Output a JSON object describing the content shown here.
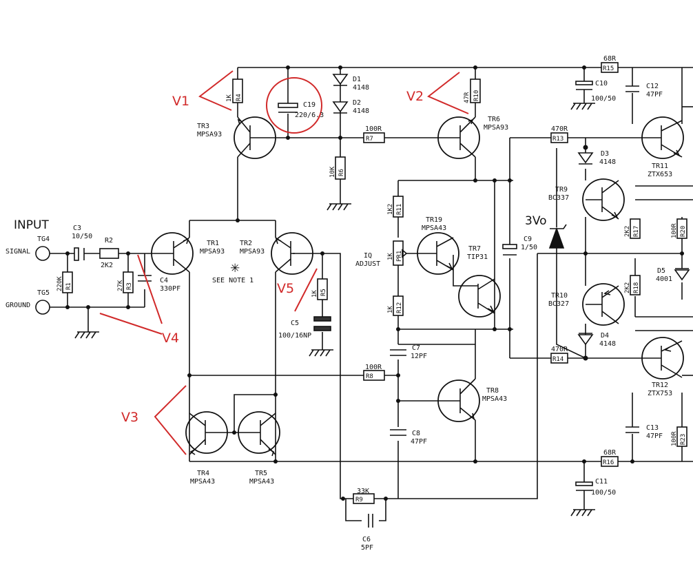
{
  "input": {
    "title": "INPUT",
    "signal": "SIGNAL",
    "ground": "GROUND",
    "tg4": "TG4",
    "tg5": "TG5"
  },
  "annotations": {
    "v1": "V1",
    "v2": "V2",
    "v3": "V3",
    "v4": "V4",
    "v5": "V5",
    "v3vo": "3Vo"
  },
  "resistors": {
    "r1": {
      "name": "R1",
      "value": "220K"
    },
    "r2": {
      "name": "R2",
      "value": "2K2"
    },
    "r3": {
      "name": "R3",
      "value": "27K"
    },
    "r4": {
      "name": "R4",
      "value": "1K"
    },
    "r5": {
      "name": "R5",
      "value": "1K"
    },
    "r6": {
      "name": "R6",
      "value": "10K"
    },
    "r7": {
      "name": "R7",
      "value": "100R"
    },
    "r8": {
      "name": "R8",
      "value": "100R"
    },
    "r9": {
      "name": "R9",
      "value": "33K"
    },
    "r10": {
      "name": "R10",
      "value": "47R"
    },
    "r11": {
      "name": "R11",
      "value": "1K2"
    },
    "r12": {
      "name": "R12",
      "value": "1K"
    },
    "r13": {
      "name": "R13",
      "value": "470R"
    },
    "r14": {
      "name": "R14",
      "value": "470R"
    },
    "r15": {
      "name": "R15",
      "value": "68R"
    },
    "r16": {
      "name": "R16",
      "value": "68R"
    },
    "r17": {
      "name": "R17",
      "value": "2K2"
    },
    "r18": {
      "name": "R18",
      "value": "2K2"
    },
    "r20": {
      "name": "R20",
      "value": "100R"
    },
    "r23": {
      "name": "R23",
      "value": "100R"
    },
    "pr1": {
      "name": "PR1",
      "value": "1K"
    }
  },
  "capacitors": {
    "c3": {
      "name": "C3",
      "value": "10/50"
    },
    "c4": {
      "name": "C4",
      "value": "330PF"
    },
    "c5": {
      "name": "C5",
      "value": "100/16NP"
    },
    "c6": {
      "name": "C6",
      "value": "5PF"
    },
    "c7": {
      "name": "C7",
      "value": "12PF"
    },
    "c8": {
      "name": "C8",
      "value": "47PF"
    },
    "c9": {
      "name": "C9",
      "value": "1/50"
    },
    "c10": {
      "name": "C10",
      "value": "100/50"
    },
    "c11": {
      "name": "C11",
      "value": "100/50"
    },
    "c12": {
      "name": "C12",
      "value": "47PF"
    },
    "c13": {
      "name": "C13",
      "value": "47PF"
    },
    "c19": {
      "name": "C19",
      "value": "220/6.3"
    }
  },
  "diodes": {
    "d1": {
      "name": "D1",
      "value": "4148"
    },
    "d2": {
      "name": "D2",
      "value": "4148"
    },
    "d3": {
      "name": "D3",
      "value": "4148"
    },
    "d4": {
      "name": "D4",
      "value": "4148"
    },
    "d5": {
      "name": "D5",
      "value": "4001"
    }
  },
  "transistors": {
    "tr1": {
      "name": "TR1",
      "type": "MPSA93"
    },
    "tr2": {
      "name": "TR2",
      "type": "MPSA93"
    },
    "tr3": {
      "name": "TR3",
      "type": "MPSA93"
    },
    "tr4": {
      "name": "TR4",
      "type": "MPSA43"
    },
    "tr5": {
      "name": "TR5",
      "type": "MPSA43"
    },
    "tr6": {
      "name": "TR6",
      "type": "MPSA93"
    },
    "tr7": {
      "name": "TR7",
      "type": "TIP31"
    },
    "tr8": {
      "name": "TR8",
      "type": "MPSA43"
    },
    "tr9": {
      "name": "TR9",
      "type": "BC337"
    },
    "tr10": {
      "name": "TR10",
      "type": "BC327"
    },
    "tr11": {
      "name": "TR11",
      "type": "ZTX653"
    },
    "tr12": {
      "name": "TR12",
      "type": "ZTX753"
    },
    "tr19": {
      "name": "TR19",
      "type": "MPSA43"
    }
  },
  "notes": {
    "iq1": "IQ",
    "iq2": "ADJUST",
    "see_note": "SEE NOTE 1"
  }
}
